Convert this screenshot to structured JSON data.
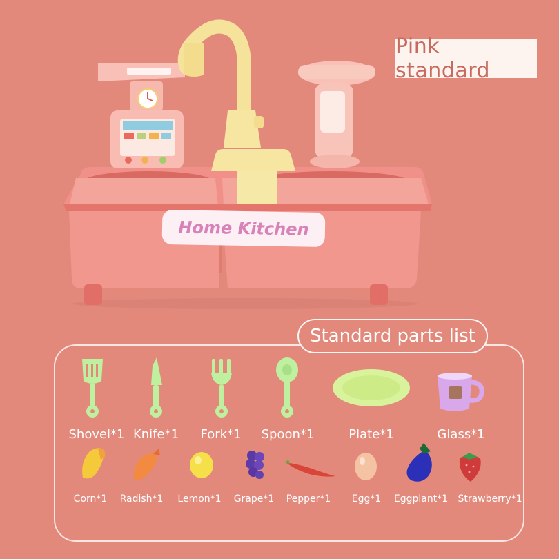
{
  "variant": {
    "label": "Pink standard"
  },
  "product": {
    "sink_label": "Home Kitchen"
  },
  "parts_list": {
    "title": "Standard parts list",
    "tableware": [
      {
        "label": "Shovel*1",
        "icon": "shovel-icon"
      },
      {
        "label": "Knife*1",
        "icon": "knife-icon"
      },
      {
        "label": "Fork*1",
        "icon": "fork-icon"
      },
      {
        "label": "Spoon*1",
        "icon": "spoon-icon"
      },
      {
        "label": "Plate*1",
        "icon": "plate-icon"
      },
      {
        "label": "Glass*1",
        "icon": "glass-icon"
      }
    ],
    "food": [
      {
        "label": "Corn*1",
        "icon": "corn-icon"
      },
      {
        "label": "Radish*1",
        "icon": "radish-icon"
      },
      {
        "label": "Lemon*1",
        "icon": "lemon-icon"
      },
      {
        "label": "Grape*1",
        "icon": "grape-icon"
      },
      {
        "label": "Pepper*1",
        "icon": "pepper-icon"
      },
      {
        "label": "Egg*1",
        "icon": "egg-icon"
      },
      {
        "label": "Eggplant*1",
        "icon": "eggplant-icon"
      },
      {
        "label": "Strawberry*1",
        "icon": "strawberry-icon"
      }
    ]
  },
  "colors": {
    "background": "#e3897c",
    "sink_body": "#e97c74",
    "faucet": "#f5e8a0",
    "utensil_green": "#bff0a0",
    "label_text": "#ffffff"
  }
}
